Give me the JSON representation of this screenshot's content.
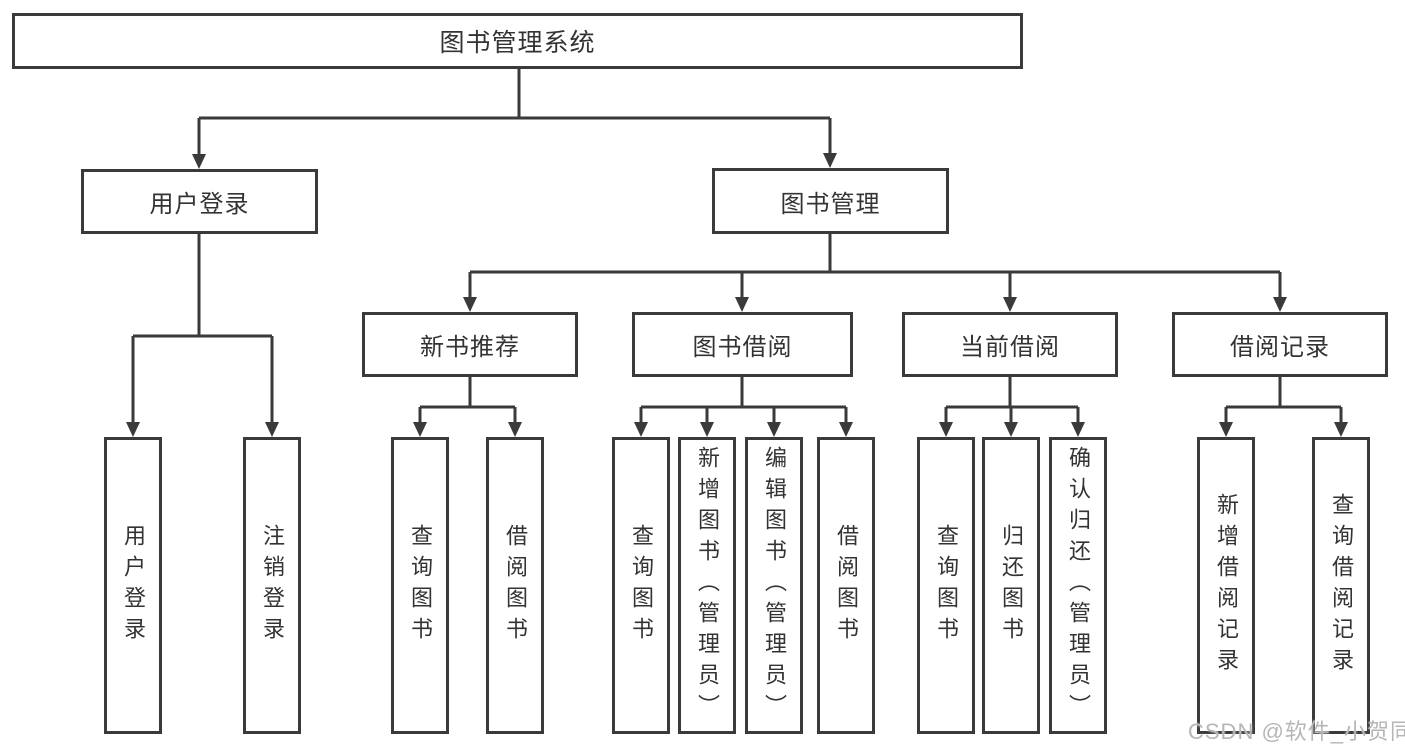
{
  "title": "图书管理系统",
  "watermark": "CSDN @软件_小贺同学",
  "colors": {
    "line": "#3a3a3a",
    "text": "#333333",
    "background": "#ffffff",
    "watermark": "#b6b6b6"
  },
  "nodes": {
    "user_login": "用户登录",
    "book_management": "图书管理",
    "new_book_recommend": "新书推荐",
    "book_borrow": "图书借阅",
    "current_borrow": "当前借阅",
    "borrow_records": "借阅记录"
  },
  "leaves": {
    "user_login": [
      "用户登录",
      "注销登录"
    ],
    "new_book_recommend": [
      "查询图书",
      "借阅图书"
    ],
    "book_borrow": [
      "查询图书",
      "新增图书（管理员）",
      "编辑图书（管理员）",
      "借阅图书"
    ],
    "current_borrow": [
      "查询图书",
      "归还图书",
      "确认归还（管理员）"
    ],
    "borrow_records": [
      "新增借阅记录",
      "查询借阅记录"
    ]
  }
}
